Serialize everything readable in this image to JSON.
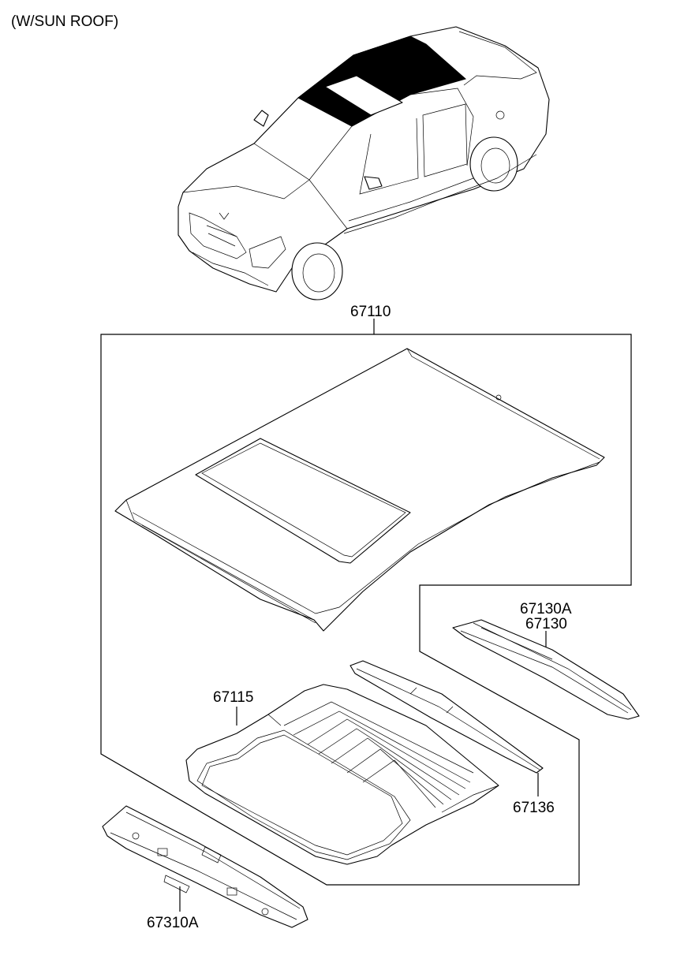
{
  "header": {
    "title": "(W/SUN ROOF)"
  },
  "callouts": {
    "roof_panel": "67110",
    "rail_rear_a": "67130A",
    "rail_rear": "67130",
    "sunroof_frame": "67115",
    "side_rail": "67136",
    "front_rail": "67310A"
  }
}
